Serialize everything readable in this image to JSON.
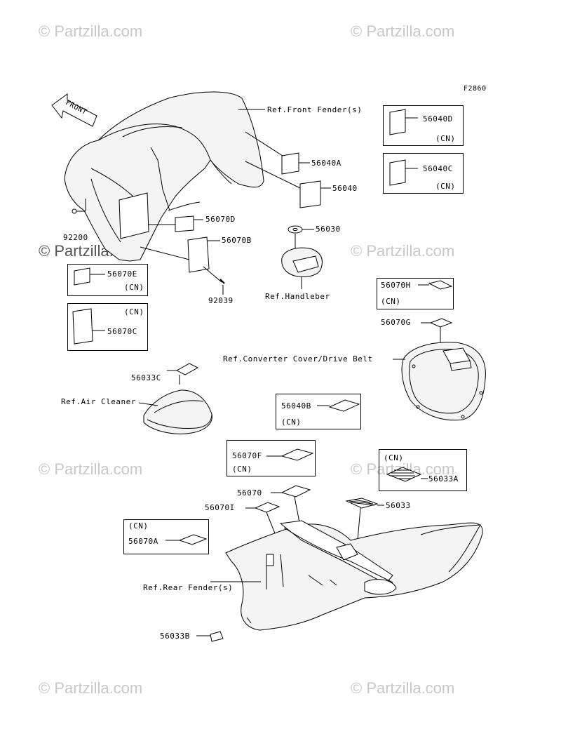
{
  "watermark": "© Partzilla.com",
  "figure_code": "F2860",
  "front_arrow": "FRONT",
  "refs": {
    "front_fender": "Ref.Front Fender(s)",
    "handlebar": "Ref.Handleber",
    "converter_cover": "Ref.Converter Cover/Drive Belt",
    "air_cleaner": "Ref.Air Cleaner",
    "rear_fender": "Ref.Rear Fender(s)"
  },
  "parts": {
    "p56040A": "56040A",
    "p56040": "56040",
    "p56040D": "56040D",
    "p56040C": "56040C",
    "p56070D": "56070D",
    "p56070B": "56070B",
    "p92200": "92200",
    "p92039": "92039",
    "p56030": "56030",
    "p56070E": "56070E",
    "p56070C": "56070C",
    "p56070H": "56070H",
    "p56070G": "56070G",
    "p56033C": "56033C",
    "p56040B": "56040B",
    "p56070F": "56070F",
    "p56033A": "56033A",
    "p56070": "56070",
    "p56033": "56033",
    "p56070I": "56070I",
    "p56070A": "56070A",
    "p56033B": "56033B"
  },
  "cn": "(CN)"
}
